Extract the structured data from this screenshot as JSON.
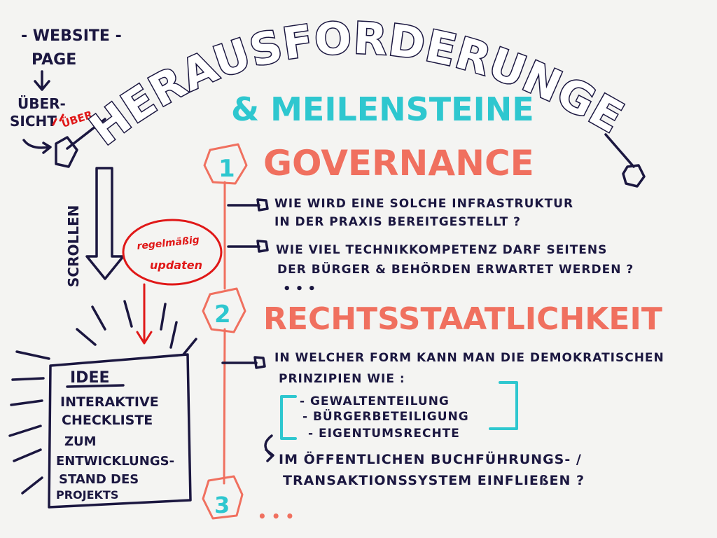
{
  "colors": {
    "background": "#f4f4f2",
    "ink": "#1b1740",
    "red": "#e01818",
    "coral": "#f0705f",
    "cyan": "#2ec7cf"
  },
  "topleft": {
    "line1": "- WEBSITE -",
    "line2": "PAGE",
    "line3": "ÜBER-",
    "line4": "SICHT",
    "ueber_annotation": "ÜBER"
  },
  "title": {
    "main": "HERAUSFORDERUNGEN",
    "sub": "& MEILENSTEINE"
  },
  "scroll": {
    "label": "SCROLLEN"
  },
  "update_bubble": {
    "line1": "regelmäßig",
    "line2": "updaten"
  },
  "idea_box": {
    "heading": "IDEE",
    "lines": [
      "INTERAKTIVE",
      "CHECKLISTE",
      "ZUM",
      "ENTWICKLUNGS-",
      "STAND DES",
      "PROJEKTS"
    ]
  },
  "sections": [
    {
      "number": "1",
      "heading": "GOVERNANCE",
      "questions": [
        [
          "WIE WIRD EINE SOLCHE INFRASTRUKTUR",
          "IN DER PRAXIS BEREITGESTELLT ?"
        ],
        [
          "WIE VIEL TECHNIKKOMPETENZ DARF SEITENS",
          "DER BÜRGER & BEHÖRDEN ERWARTET WERDEN ?"
        ]
      ],
      "ellipsis": "• • •"
    },
    {
      "number": "2",
      "heading": "RECHTSSTAATLICHKEIT",
      "question": [
        "IN WELCHER FORM KANN MAN DIE DEMOKRATISCHEN",
        "PRINZIPIEN WIE :"
      ],
      "principles": [
        "- GEWALTENTEILUNG",
        "- BÜRGERBETEILIGUNG",
        "- EIGENTUMSRECHTE"
      ],
      "followup": [
        "IM ÖFFENTLICHEN BUCHFÜHRUNGS- /",
        "TRANSAKTIONSSYSTEM EINFLIEßEN ?"
      ]
    },
    {
      "number": "3",
      "ellipsis": "• • •"
    }
  ]
}
